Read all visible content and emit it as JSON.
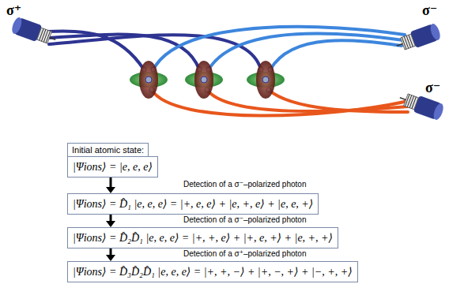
{
  "diagram": {
    "nodes": [
      {
        "text": [
          "Initial atomic state:",
          "|Ψions⟩ = |e, e, e⟩"
        ]
      },
      {
        "text": [
          "|Ψions⟩ = D̂₁ |e, e, e⟩ = |+, e, e⟩ + |e, +, e⟩ + |e, e, +⟩"
        ]
      },
      {
        "text": [
          "|Ψions⟩ = D̂₂D̂₁ |e, e, e⟩ = |+, +, e⟩ + |+, e, +⟩ + |e, +, +⟩"
        ]
      },
      {
        "text": [
          "|Ψions⟩ = D̂₃D̂₂D̂₁ |e, e, e⟩ = |+, +, −⟩ + |+, −, +⟩ + |−, +, +⟩"
        ]
      }
    ],
    "edges": [
      {
        "from": 0,
        "to": 1,
        "label": "Detection of a σ⁻–polarized photon",
        "arrow": "to"
      },
      {
        "from": 1,
        "to": 2,
        "label": "Detection of a σ⁻–polarized photon",
        "arrow": "to"
      },
      {
        "from": 2,
        "to": 3,
        "label": "Detection of a σ⁺–polarized photon",
        "arrow": "to"
      }
    ],
    "labels": [
      "σ⁺",
      "σ⁻",
      "σ⁻"
    ]
  }
}
